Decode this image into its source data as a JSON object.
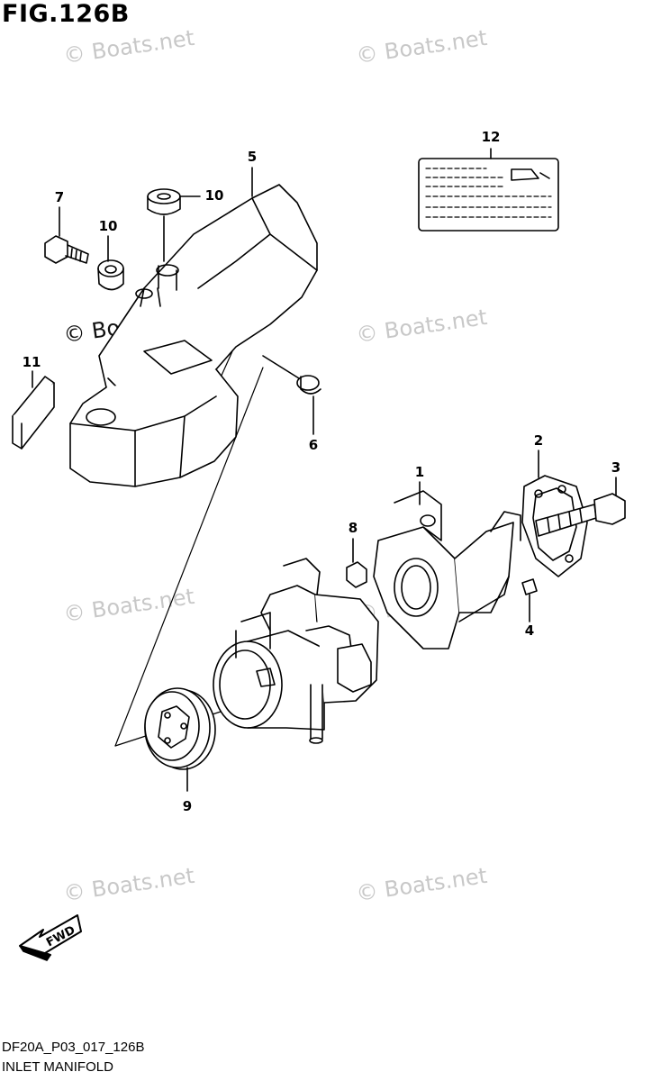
{
  "figure": {
    "title": "FIG.126B",
    "code": "DF20A_P03_017_126B",
    "caption": "INLET MANIFOLD",
    "direction_label": "FWD"
  },
  "watermarks": {
    "text": "© Boats.net",
    "color": "#c8c8c8"
  },
  "callouts": {
    "p1": "1",
    "p2": "2",
    "p3": "3",
    "p4": "4",
    "p5": "5",
    "p6": "6",
    "p7": "7",
    "p8": "8",
    "p9": "9",
    "p10a": "10",
    "p10b": "10",
    "p11": "11",
    "p12": "12"
  },
  "colors": {
    "line": "#000000",
    "background": "#ffffff",
    "watermark": "#c8c8c8"
  }
}
